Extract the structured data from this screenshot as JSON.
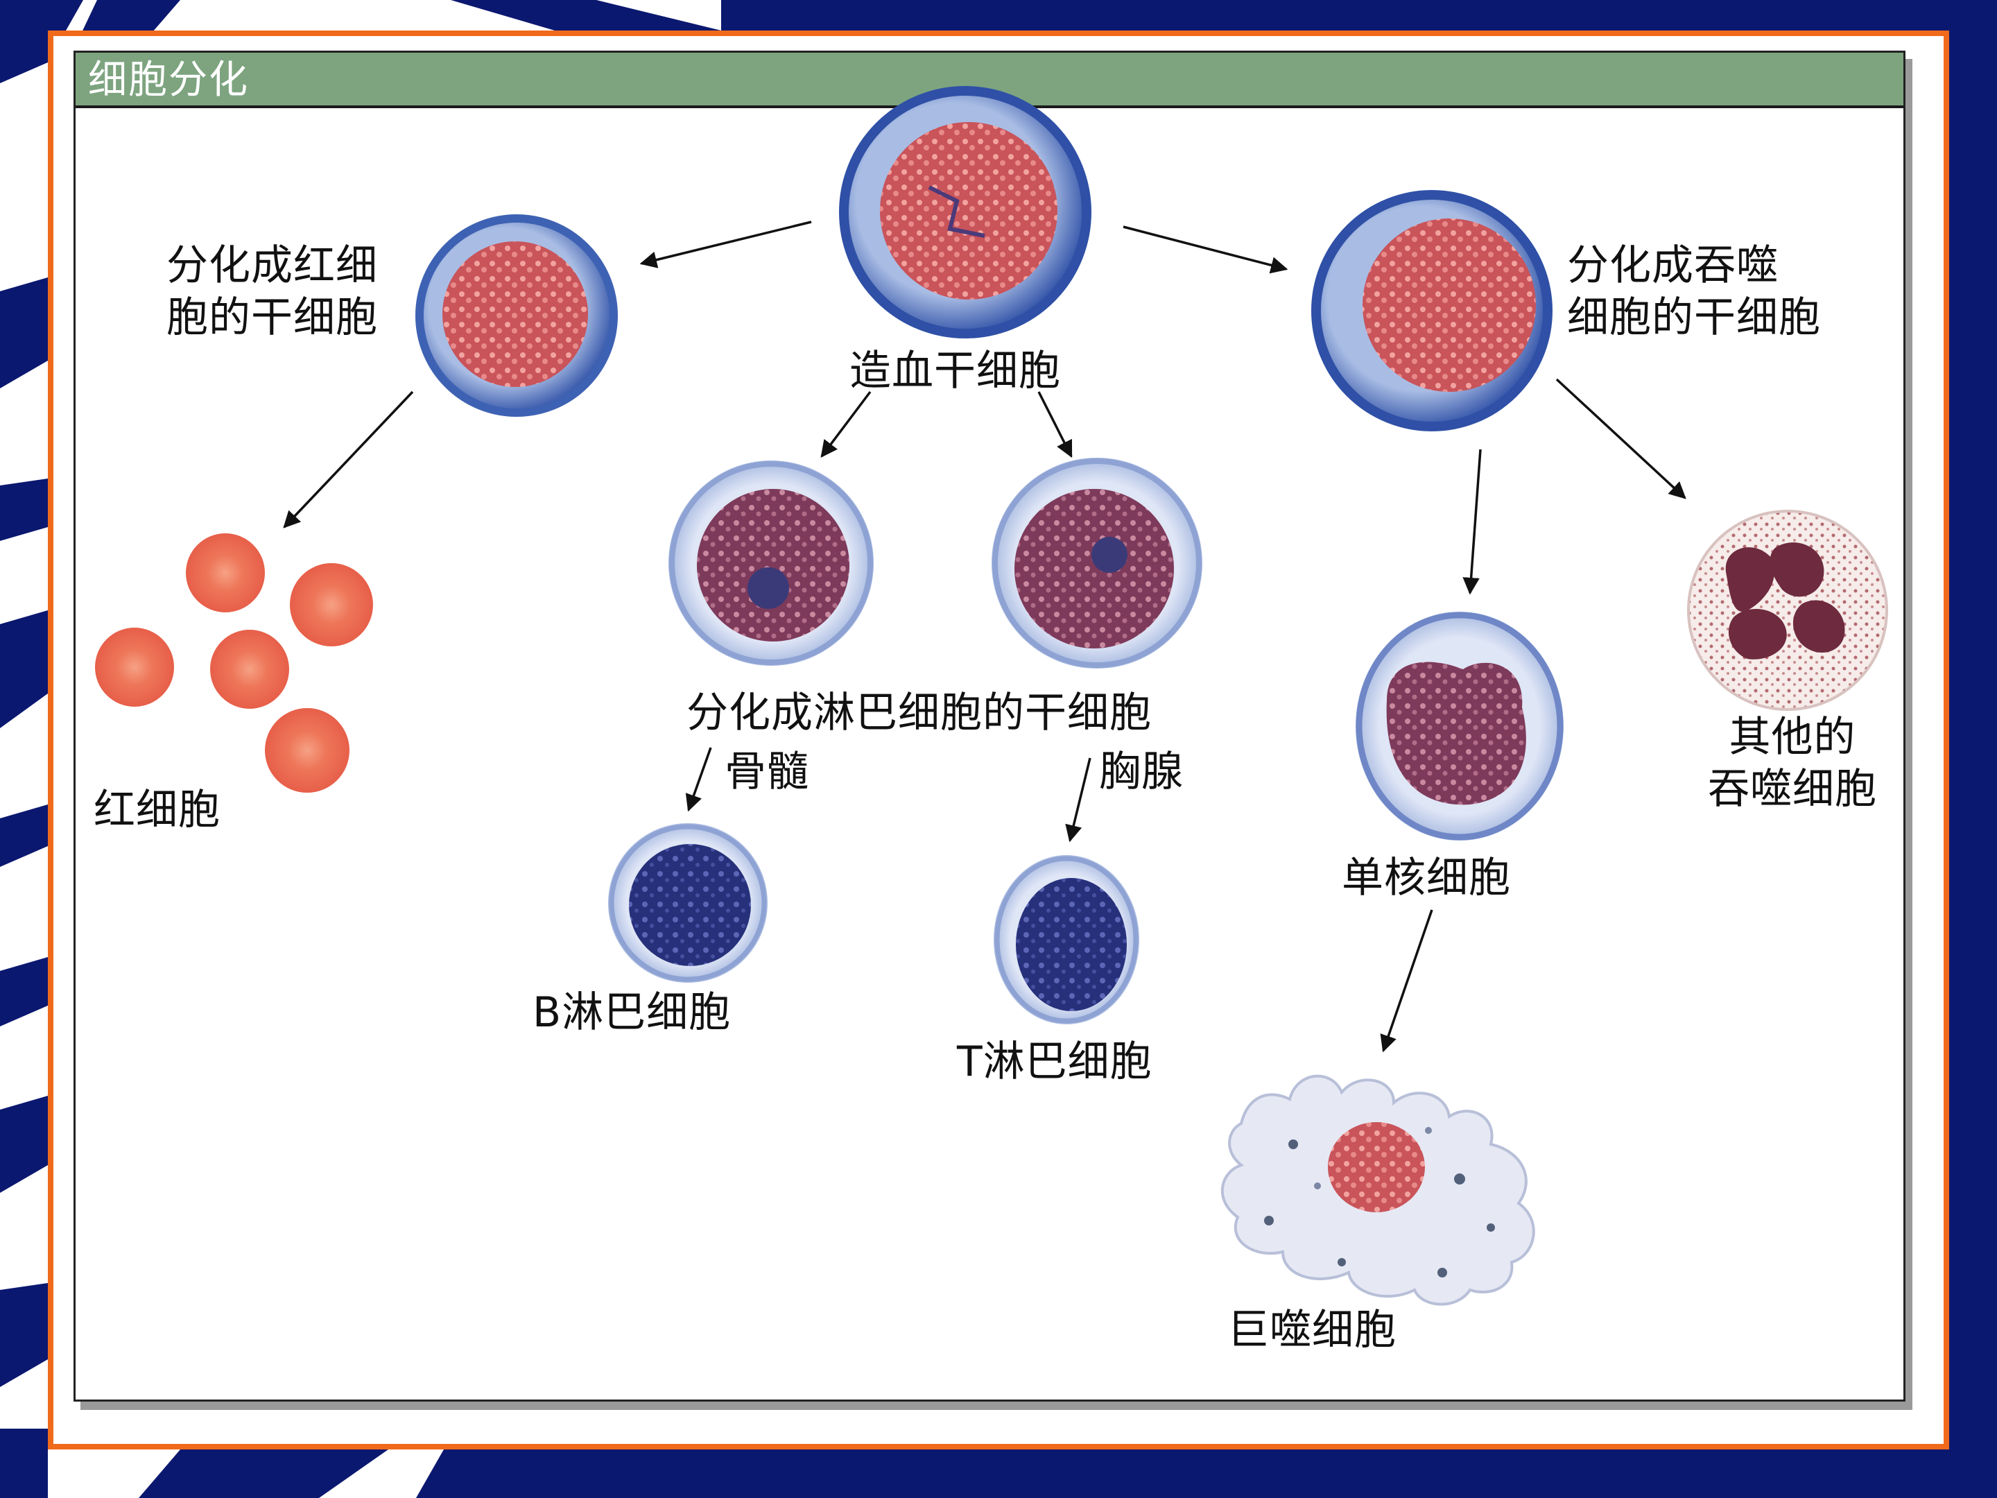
{
  "panel": {
    "title": "细胞分化"
  },
  "labels": {
    "hsc": "造血干细胞",
    "rbc_stem_1": "分化成红细",
    "rbc_stem_2": "胞的干细胞",
    "rbc": "红细胞",
    "myeloid_stem_1": "分化成吞噬",
    "myeloid_stem_2": "细胞的干细胞",
    "lymph_stem": "分化成淋巴细胞的干细胞",
    "bone_marrow": "骨髓",
    "thymus": "胸腺",
    "b_cell": "B淋巴细胞",
    "t_cell": "T淋巴细胞",
    "monocyte": "单核细胞",
    "other_1": "其他的",
    "other_2": "吞噬细胞",
    "macrophage": "巨噬细胞"
  },
  "colors": {
    "frame": "#f06a1c",
    "navy": "#0b1870",
    "header": "#7da47f",
    "membrane": "#3e62b3",
    "nucleus_red": "#c9545a",
    "nucleus_purple": "#7e3a5a",
    "nucleus_navy": "#27307a",
    "rbc": "#ee6d55"
  }
}
